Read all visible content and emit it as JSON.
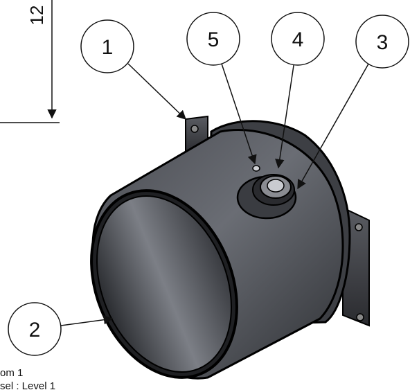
{
  "drawing": {
    "dimension_fragment": "12",
    "balloons": [
      {
        "label": "1"
      },
      {
        "label": "2"
      },
      {
        "label": "3"
      },
      {
        "label": "4"
      },
      {
        "label": "5"
      }
    ],
    "notes": [
      "om 1",
      "sel : Level 1"
    ]
  }
}
